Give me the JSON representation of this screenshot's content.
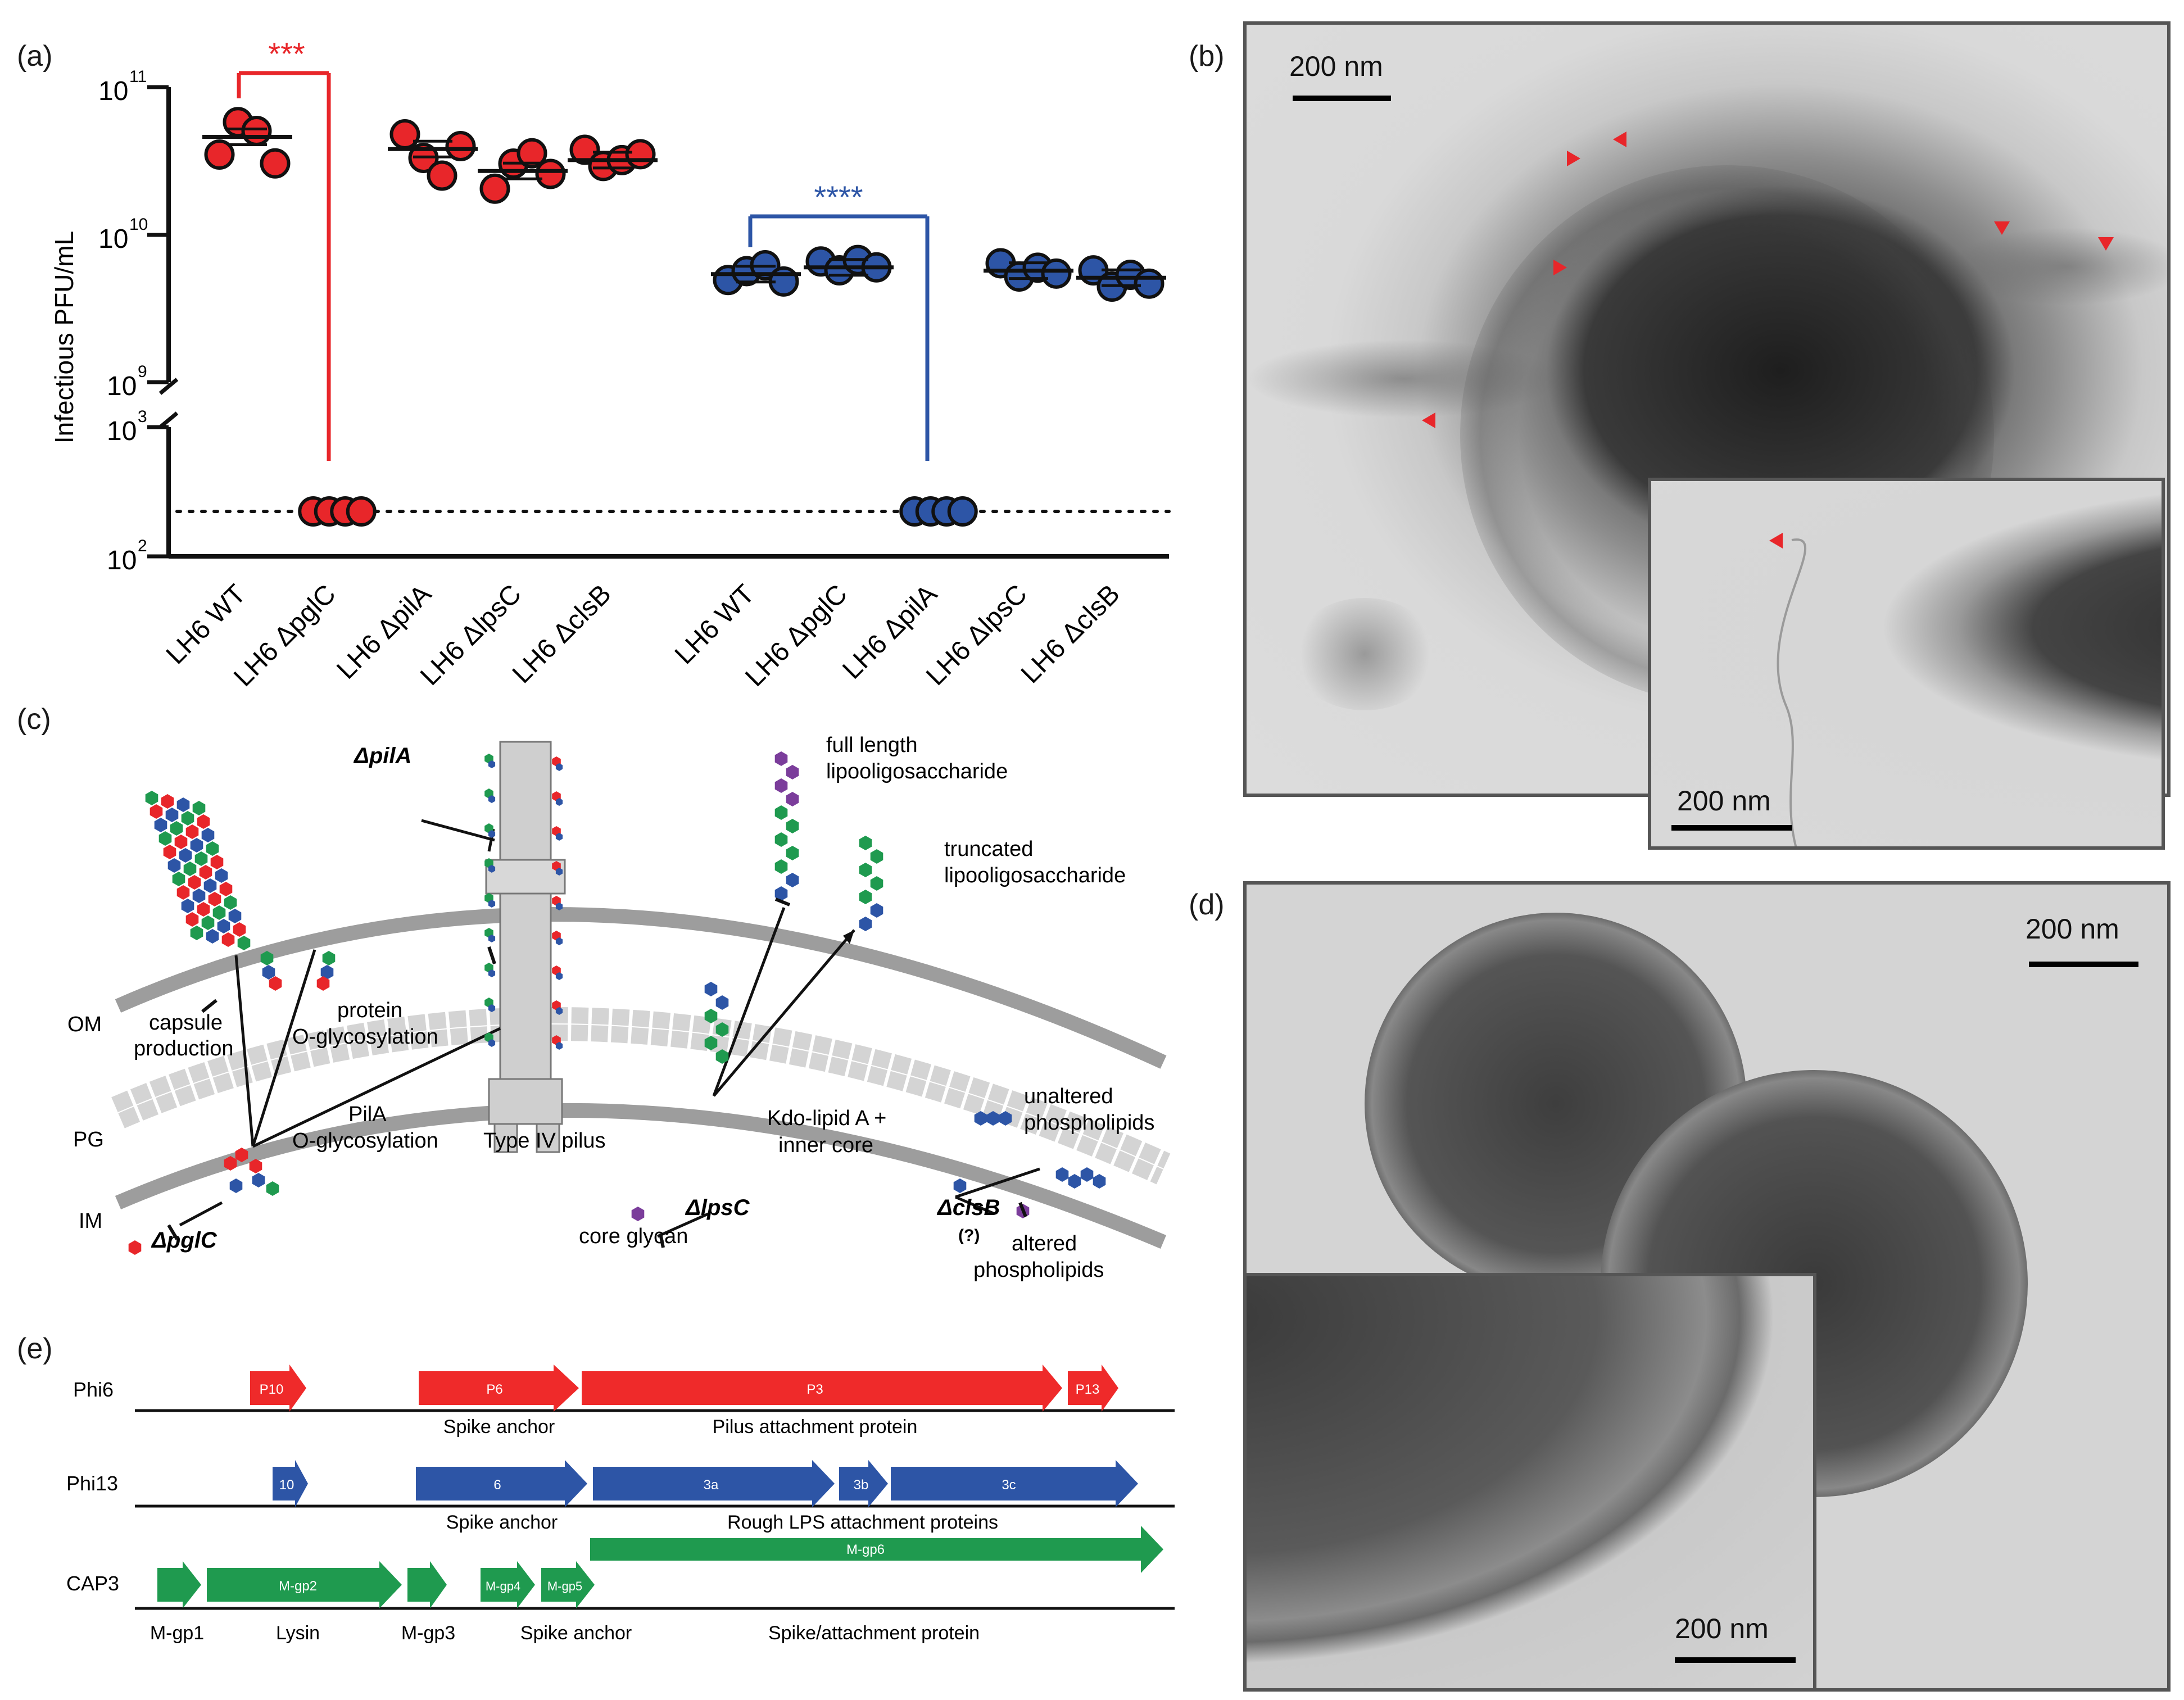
{
  "panels": {
    "a": "(a)",
    "b": "(b)",
    "c": "(c)",
    "d": "(d)",
    "e": "(e)"
  },
  "panel_a": {
    "ylabel": "Infectious PFU/mL",
    "yticks": [
      "10",
      "10",
      "10",
      "10",
      "10"
    ],
    "ytick_exps": [
      "11",
      "10",
      "9",
      "3",
      "2"
    ],
    "xlabels": [
      "LH6 WT",
      "LH6 ΔpglC",
      "LH6 ΔpilA",
      "LH6 ΔlpsC",
      "LH6 ΔclsB",
      "LH6 WT",
      "LH6 ΔpglC",
      "LH6 ΔpilA",
      "LH6 ΔlpsC",
      "LH6 ΔclsB"
    ],
    "sig_red": "***",
    "sig_blue": "****",
    "colors": {
      "red": "#e8262a",
      "blue": "#2d55a6"
    }
  },
  "chart_data": {
    "type": "scatter",
    "ylabel": "Infectious PFU/mL",
    "yscale": "log (broken axis 10^3 to 10^9)",
    "categories": [
      "LH6 WT",
      "LH6 ΔpglC",
      "LH6 ΔpilA",
      "LH6 ΔlpsC",
      "LH6 ΔclsB",
      "LH6 WT",
      "LH6 ΔpglC",
      "LH6 ΔpilA",
      "LH6 ΔlpsC",
      "LH6 ΔclsB"
    ],
    "series": [
      {
        "color": "#e8262a",
        "means": [
          46000000000.0,
          200,
          38000000000.0,
          27000000000.0,
          32000000000.0,
          null,
          null,
          null,
          null,
          null
        ]
      },
      {
        "color": "#2d55a6",
        "means": [
          null,
          null,
          null,
          null,
          null,
          5400000000.0,
          6000000000.0,
          200,
          5700000000.0,
          5100000000.0
        ]
      }
    ],
    "detection_limit": 200
  },
  "panel_b": {
    "scale_main": "200 nm",
    "scale_inset": "200 nm"
  },
  "panel_d": {
    "scale_main": "200 nm",
    "scale_inset": "200 nm"
  },
  "panel_c": {
    "dpilA": "ΔpilA",
    "full_length": "full length",
    "lipooligo1": "lipooligosaccharide",
    "truncated": "truncated",
    "lipooligo2": "lipooligosaccharide",
    "OM": "OM",
    "PG": "PG",
    "IM": "IM",
    "capsule": "capsule",
    "production": "production",
    "protein": "protein",
    "oglyco": "O-glycosylation",
    "pila": "PilA",
    "pila_oglyco": "O-glycosylation",
    "type4": "Type IV pilus",
    "kdo": "Kdo-lipid A +",
    "inner_core": "inner core",
    "unaltered": "unaltered",
    "phospholipids1": "phospholipids",
    "dpglC": "ΔpglC",
    "core_glycan": "core glycan",
    "dlpsC": "ΔlpsC",
    "dclsB": "ΔclsB",
    "question": "(?)",
    "altered": "altered",
    "phospholipids2": "phospholipids"
  },
  "panel_e": {
    "rows": [
      {
        "name": "Phi6",
        "color": "#ef2a2a",
        "genes": [
          "P10",
          "P6",
          "P3",
          "P13"
        ],
        "labels": [
          "Spike anchor",
          "Pilus attachment protein"
        ]
      },
      {
        "name": "Phi13",
        "color": "#2d55a6",
        "genes": [
          "10",
          "6",
          "3a",
          "3b",
          "3c"
        ],
        "labels": [
          "Spike anchor",
          "Rough LPS attachment proteins"
        ]
      },
      {
        "name": "CAP3",
        "color": "#1f9a4f",
        "genes": [
          "",
          "M-gp2",
          "",
          "M-gp4",
          "M-gp5",
          "M-gp6"
        ],
        "labels": [
          "M-gp1",
          "Lysin",
          "M-gp3",
          "Spike anchor",
          "Spike/attachment protein"
        ]
      }
    ]
  }
}
